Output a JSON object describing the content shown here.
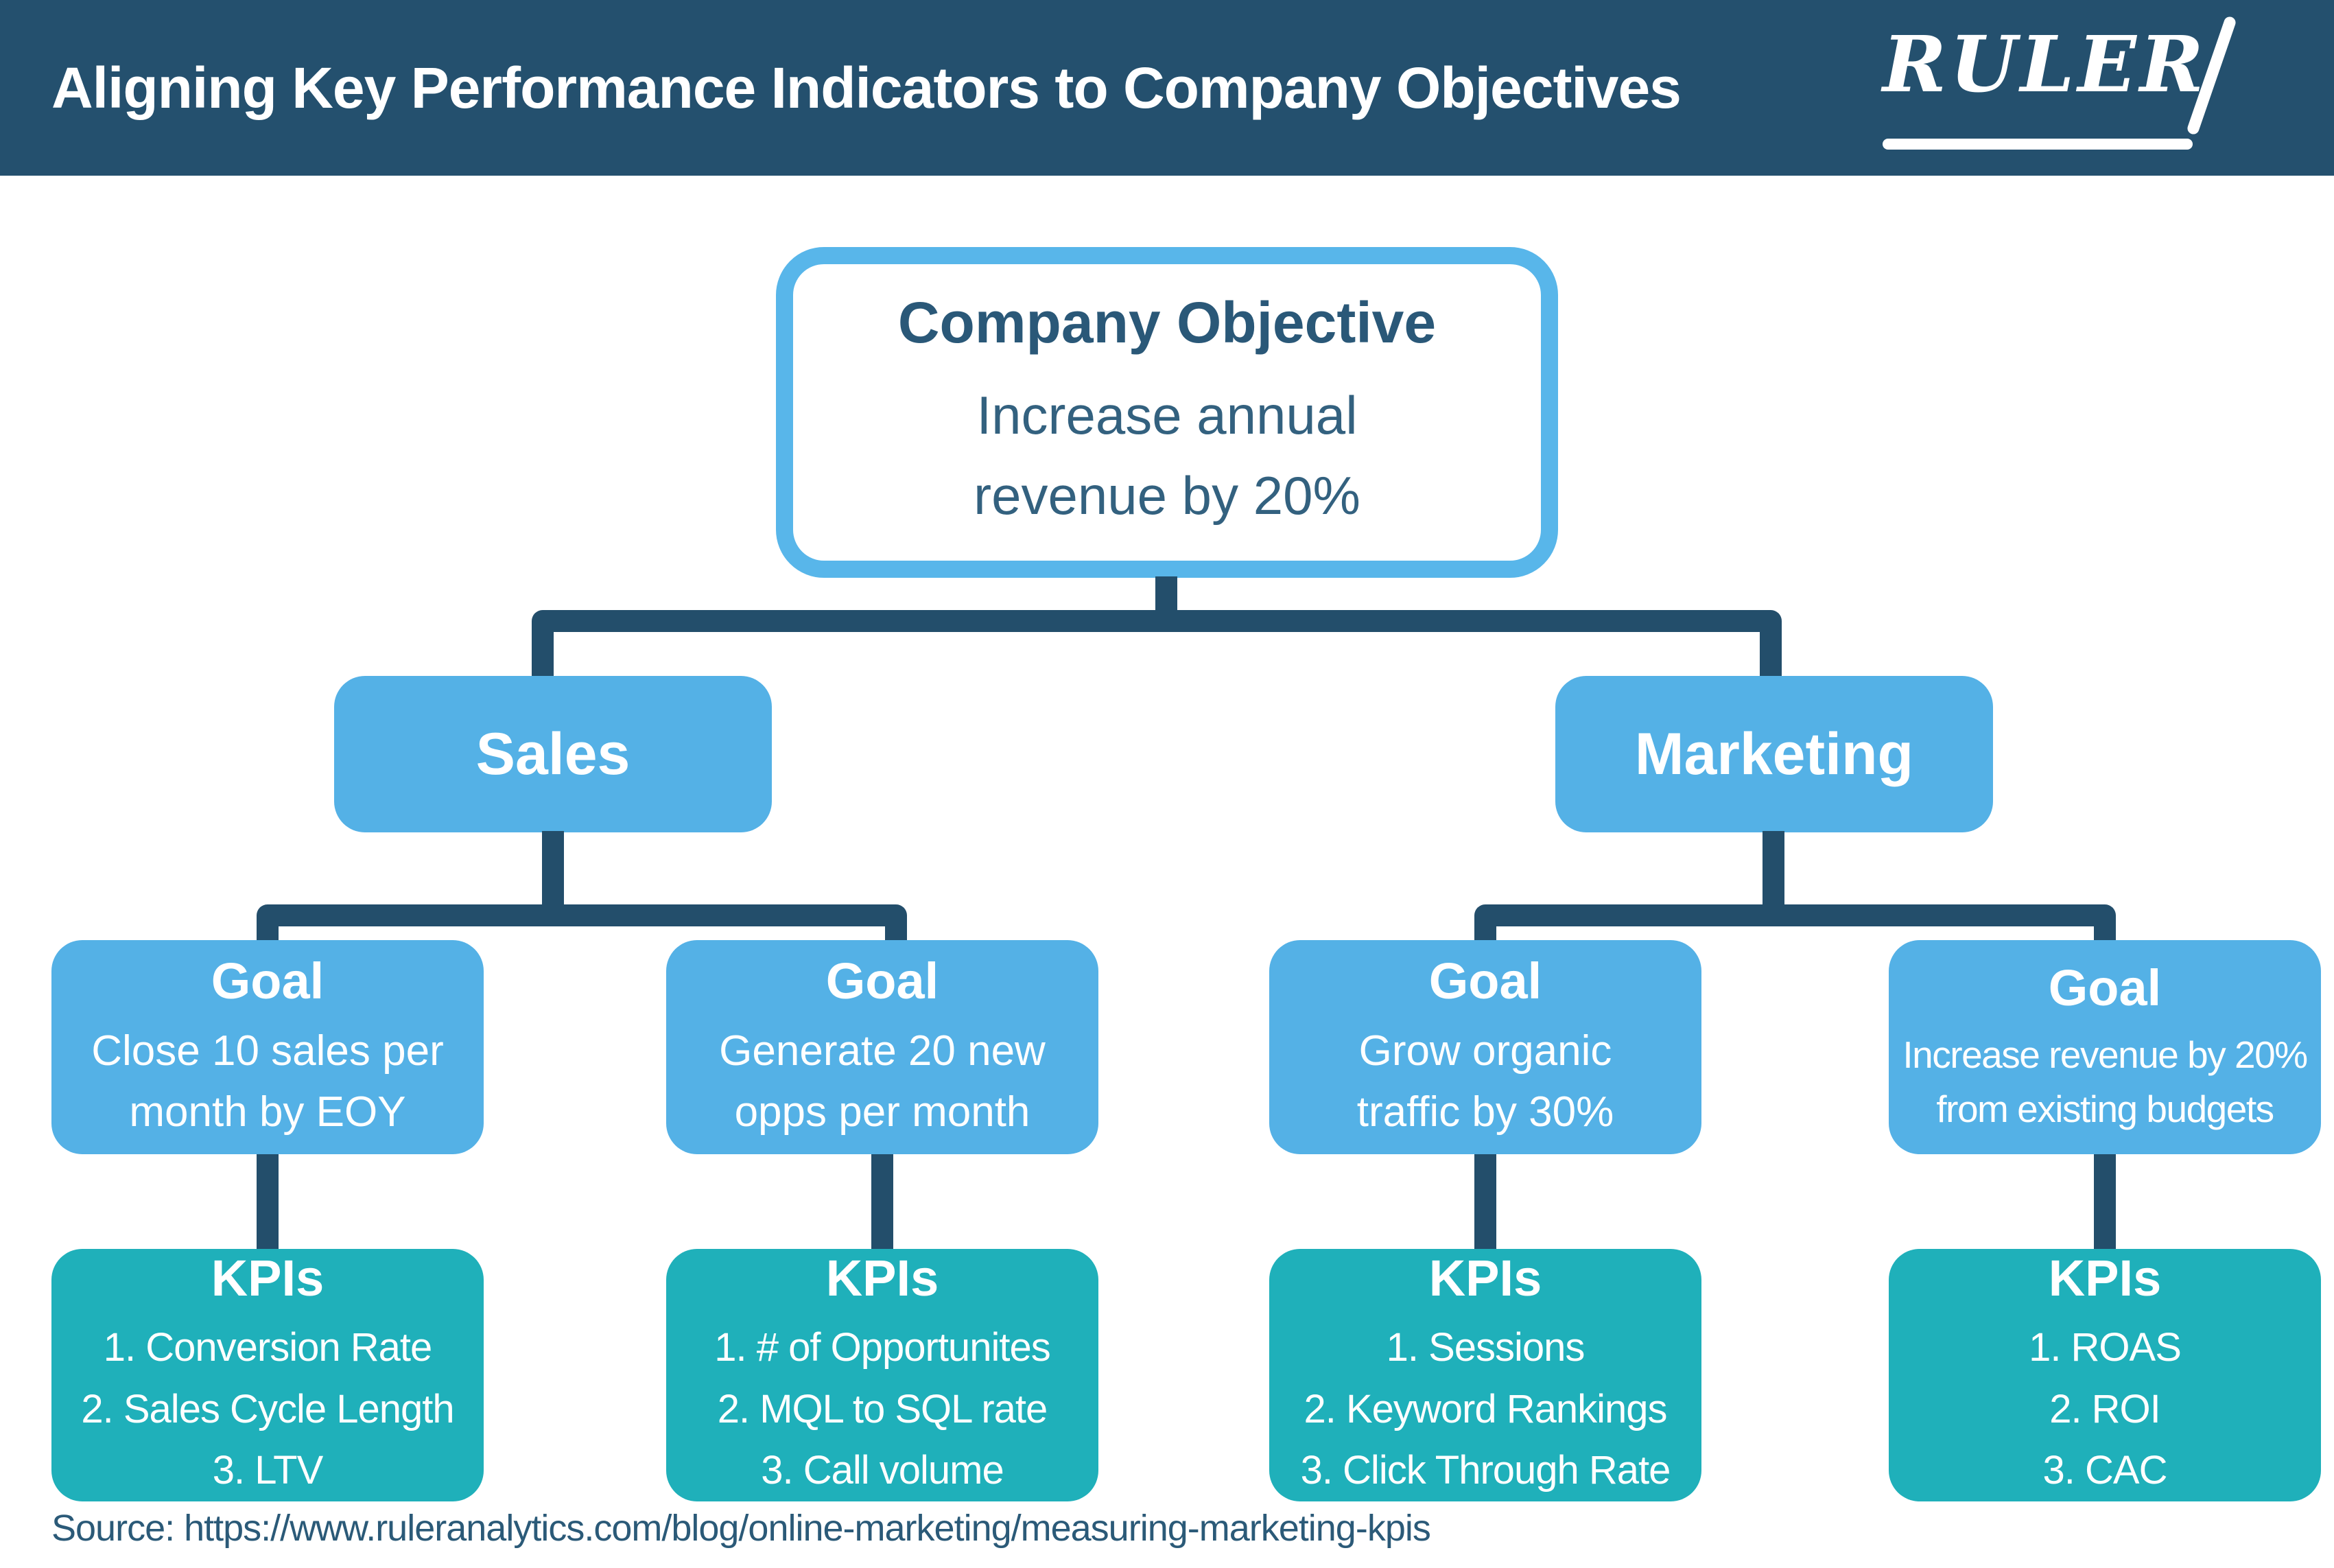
{
  "header": {
    "title": "Aligning Key Performance Indicators to Company Objectives",
    "logo_text": "RULER"
  },
  "root": {
    "title": "Company Objective",
    "subtitle": "Increase annual\nrevenue by 20%"
  },
  "branches": [
    {
      "label": "Sales"
    },
    {
      "label": "Marketing"
    }
  ],
  "columns": [
    {
      "goal_title": "Goal",
      "goal_text": "Close 10 sales per\nmonth by EOY",
      "kpi_title": "KPIs",
      "kpis": [
        "1. Conversion Rate",
        "2. Sales Cycle Length",
        "3. LTV"
      ]
    },
    {
      "goal_title": "Goal",
      "goal_text": "Generate 20 new\nopps per month",
      "kpi_title": "KPIs",
      "kpis": [
        "1. # of Opportunites",
        "2. MQL to SQL rate",
        "3. Call volume"
      ]
    },
    {
      "goal_title": "Goal",
      "goal_text": "Grow organic\ntraffic by 30%",
      "kpi_title": "KPIs",
      "kpis": [
        "1. Sessions",
        "2. Keyword Rankings",
        "3. Click Through Rate"
      ]
    },
    {
      "goal_title": "Goal",
      "goal_text": "Increase revenue by 20%\nfrom existing budgets",
      "kpi_title": "KPIs",
      "kpis": [
        "1. ROAS",
        "2. ROI",
        "3. CAC"
      ]
    }
  ],
  "footer": {
    "source": "Source: https://www.ruleranalytics.com/blog/online-marketing/measuring-marketing-kpis"
  },
  "colors": {
    "navy": "#24506e",
    "connector": "#234e6b",
    "light_blue": "#54b1e6",
    "sky_border": "#58b6ea",
    "teal": "#1fb0ba",
    "text_dark": "#2a5878",
    "text_body": "#33617f",
    "source_text": "#2b5a78"
  }
}
